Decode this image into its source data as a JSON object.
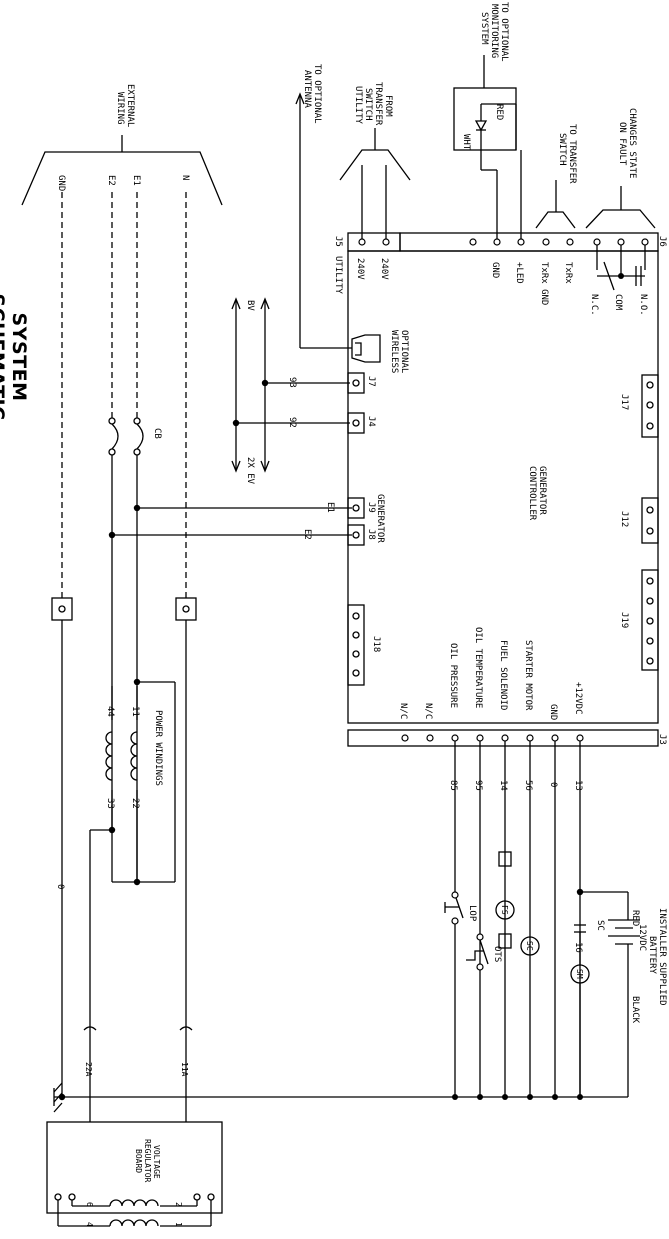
{
  "title": "SYSTEM SCHEMATIC",
  "external": {
    "header": [
      "EXTERNAL",
      "WIRING"
    ],
    "wires": [
      "GND",
      "E2",
      "E1",
      "N"
    ]
  },
  "transfer_utility": [
    "FROM",
    "TRANSFER",
    "SWITCH",
    "UTILITY"
  ],
  "antenna": [
    "TO OPTIONAL",
    "ANTENNA"
  ],
  "monitoring": {
    "header": [
      "TO OPTIONAL",
      "MONITORING",
      "SYSTEM"
    ],
    "red": "RED",
    "wht": "WHT"
  },
  "to_transfer_switch": [
    "TO TRANSFER",
    "SWITCH"
  ],
  "changes_state": [
    "CHANGES STATE",
    "ON FAULT"
  ],
  "connectors": {
    "j5": "J5",
    "j6": "J6",
    "j7": "J7",
    "j4": "J4",
    "j9": "J9",
    "j8": "J8",
    "j17": "J17",
    "j12": "J12",
    "j19": "J19",
    "j18": "J18",
    "j3": "J3"
  },
  "j5_pins": [
    "UTILITY",
    "240V",
    "240V"
  ],
  "j6_pins": [
    "GND",
    "+LED",
    "TxRx GND",
    "TxRx",
    "N.C.",
    "COM",
    "N.O."
  ],
  "controller": [
    "GENERATOR",
    "CONTROLLER"
  ],
  "optional_wireless": [
    "OPTIONAL",
    "WIRELESS"
  ],
  "generator_label": "GENERATOR",
  "bv": "BV",
  "ex_ev": "2X EV",
  "wire_93": "93",
  "wire_92": "92",
  "e1": "E1",
  "e2": "E2",
  "cb": "CB",
  "j3_pins": [
    "+12VDC",
    "GND",
    "STARTER MOTOR",
    "FUEL SOLENOID",
    "OIL TEMPERATURE",
    "OIL PRESSURE",
    "N/C",
    "N/C"
  ],
  "j3_wires": [
    "13",
    "0",
    "56",
    "14",
    "95",
    "85"
  ],
  "power_windings": {
    "label": "POWER WINDINGS",
    "w44": "44",
    "w11": "11",
    "w33": "33",
    "w22": "22"
  },
  "wire_0": "0",
  "wire_16": "16",
  "installer": {
    "header": "INSTALLER SUPPLIED",
    "battery": [
      "BATTERY",
      "12VDC"
    ],
    "red": "RED",
    "black": "BLACK",
    "sc": "SC"
  },
  "symbols": {
    "lop": "LOP",
    "ots": "OTS",
    "fs": "FS",
    "sc": "SC",
    "sm": "SM"
  },
  "regulator": {
    "label": [
      "VOLTAGE",
      "REGULATOR",
      "BOARD"
    ],
    "w22a": "22A",
    "w11a": "11A",
    "pins": [
      "6",
      "2",
      "4",
      "1"
    ]
  }
}
